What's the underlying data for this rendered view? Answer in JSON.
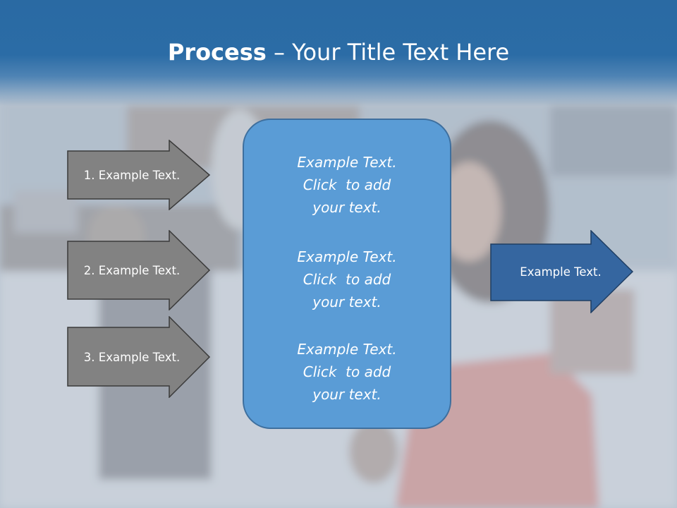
{
  "slide": {
    "title_bold": "Process",
    "title_rest": " – Your Title Text Here",
    "steps": [
      {
        "label": "1. Example Text."
      },
      {
        "label": "2. Example Text."
      },
      {
        "label": "3. Example Text."
      }
    ],
    "center_blocks": [
      {
        "lines": [
          "Example Text.",
          "Click  to add",
          "your text."
        ]
      },
      {
        "lines": [
          "Example Text.",
          "Click  to add",
          "your text."
        ]
      },
      {
        "lines": [
          "Example Text.",
          "Click  to add",
          "your text."
        ]
      }
    ],
    "output": {
      "label": "Example Text."
    }
  },
  "colors": {
    "title_band": "#2b6ca6",
    "step_arrow_fill": "#828282",
    "center_box_fill": "#5a9cd6",
    "output_arrow_fill": "#3566a0"
  }
}
